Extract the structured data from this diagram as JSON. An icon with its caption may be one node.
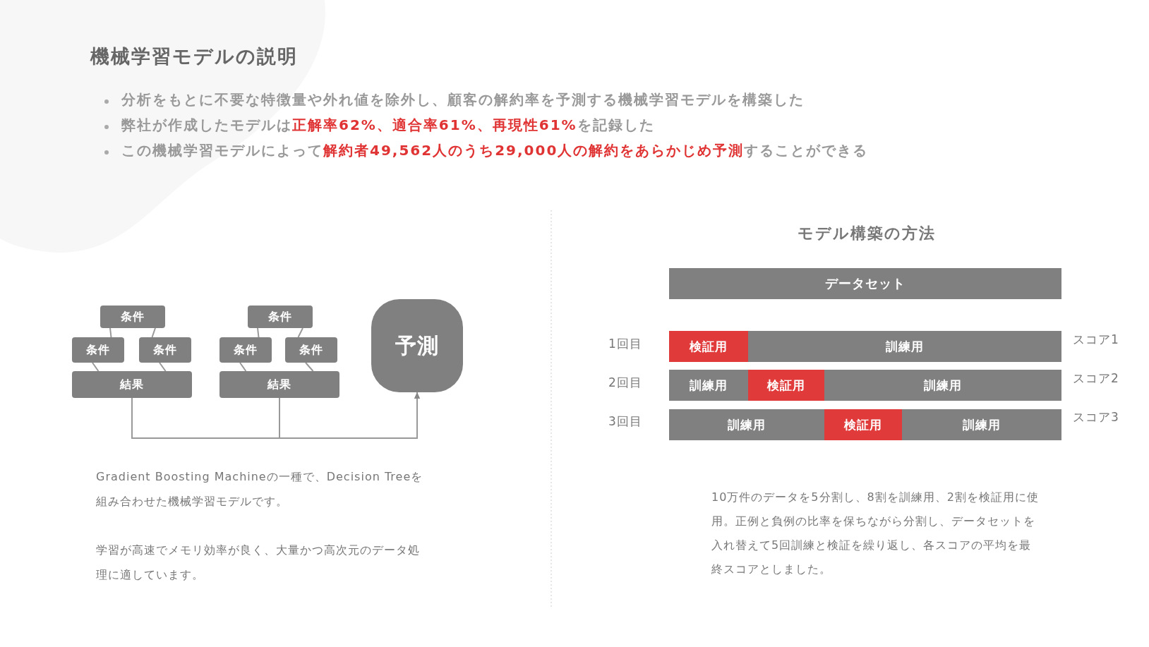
{
  "diagram": {
    "title": "機械学習モデルの説明",
    "nodes": [
      {
        "text": [
          "条件"
        ]
      },
      {
        "text": [
          "条件"
        ]
      },
      {
        "text": [
          "条件"
        ]
      },
      {
        "text": [
          "結果"
        ]
      },
      {
        "text": [
          "条件"
        ]
      },
      {
        "text": [
          "条件"
        ]
      },
      {
        "text": [
          "条件"
        ]
      },
      {
        "text": [
          "結果"
        ]
      },
      {
        "text": [
          "予測"
        ]
      },
      {
        "text": [
          "データセット"
        ]
      },
      {
        "text": [
          "検証用"
        ]
      },
      {
        "text": [
          "訓練用"
        ]
      },
      {
        "text": [
          "訓練用"
        ]
      },
      {
        "text": [
          "検証用"
        ]
      },
      {
        "text": [
          "訓練用"
        ]
      },
      {
        "text": [
          "訓練用"
        ]
      },
      {
        "text": [
          "検証用"
        ]
      },
      {
        "text": [
          "訓練用"
        ]
      }
    ],
    "edges": [
      {
        "from": 0,
        "to": 1,
        "arrow": "none"
      },
      {
        "from": 0,
        "to": 2,
        "arrow": "none"
      },
      {
        "from": 1,
        "to": 3,
        "arrow": "none"
      },
      {
        "from": 2,
        "to": 3,
        "arrow": "none"
      },
      {
        "from": 4,
        "to": 5,
        "arrow": "none"
      },
      {
        "from": 4,
        "to": 6,
        "arrow": "none"
      },
      {
        "from": 5,
        "to": 7,
        "arrow": "none"
      },
      {
        "from": 6,
        "to": 7,
        "arrow": "none"
      },
      {
        "from": 3,
        "to": 8,
        "arrow": "to"
      },
      {
        "from": 7,
        "to": 8,
        "arrow": "to"
      }
    ],
    "labels": [
      "分析をもとに不要な特徴量や外れ値を除外し、顧客の解約率を予測する機械学習モデルを構築した",
      "弊社が作成したモデルは**正解率62%、適合率61%、再現性61%**を記録した",
      "この機械学習モデルによって**解約者49,562人のうち29,000人の解約をあらかじめ予測**することができる",
      "モデル構築の方法",
      "1回目",
      "スコア1",
      "2回目",
      "スコア2",
      "3回目",
      "スコア3",
      "Gradient Boosting Machineの一種で、Decision Treeを組み合わせた機械学習モデルです。",
      "学習が高速でメモリ効率が良く、大量かつ高次元のデータ処理に適しています。",
      "10万件のデータを5分割し、8割を訓練用、2割を検証用に使用。正例と負例の比率を保ちながら分割し、データセットを入れ替えて5回訓練と検証を繰り返し、各スコアの平均を最終スコアとしました。"
    ]
  }
}
